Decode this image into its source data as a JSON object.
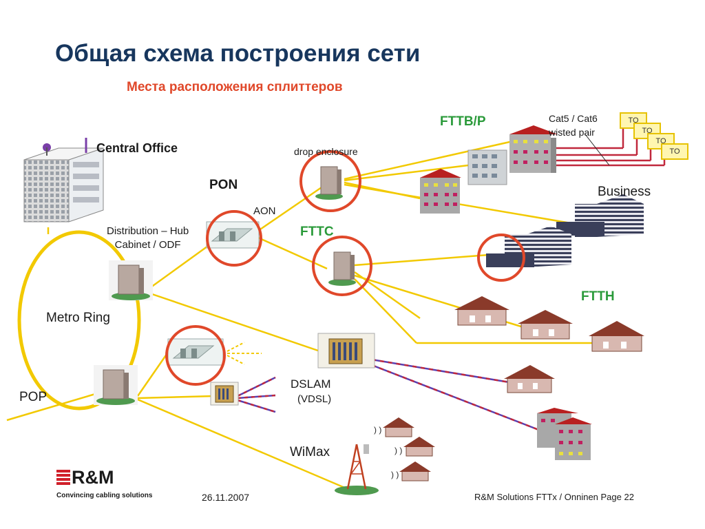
{
  "title": "Общая схема построения сети",
  "subtitle": "Места расположения сплиттеров",
  "labels": {
    "central_office": "Central Office",
    "pon": "PON",
    "aon": "AON",
    "hub_line1": "Distribution – Hub",
    "hub_line2": "Cabinet / ODF",
    "fttc": "FTTC",
    "fttbp": "FTTB/P",
    "cat_line1": "Cat5 / Cat6",
    "cat_line2": "wisted pair",
    "drop_enclosure": "drop enclosure",
    "business": "Business",
    "ftth": "FTTH",
    "metro_ring": "Metro Ring",
    "pop": "POP",
    "dslam": "DSLAM",
    "vdsl": "(VDSL)",
    "wimax": "WiMax"
  },
  "to_boxes": [
    "TO",
    "TO",
    "TO",
    "TO"
  ],
  "footer": {
    "date": "26.11.2007",
    "right": "R&M Solutions FTTx / Onninen  Page 22"
  },
  "logo": {
    "name": "R&M",
    "tagline": "Convincing cabling solutions"
  },
  "colors": {
    "title": "#17365d",
    "subtitle": "#e0482a",
    "accent_green": "#2a9a3a",
    "fiber": "#f2c900",
    "splitter_circle": "#e0482a",
    "copper_pair": "#c0283c"
  }
}
